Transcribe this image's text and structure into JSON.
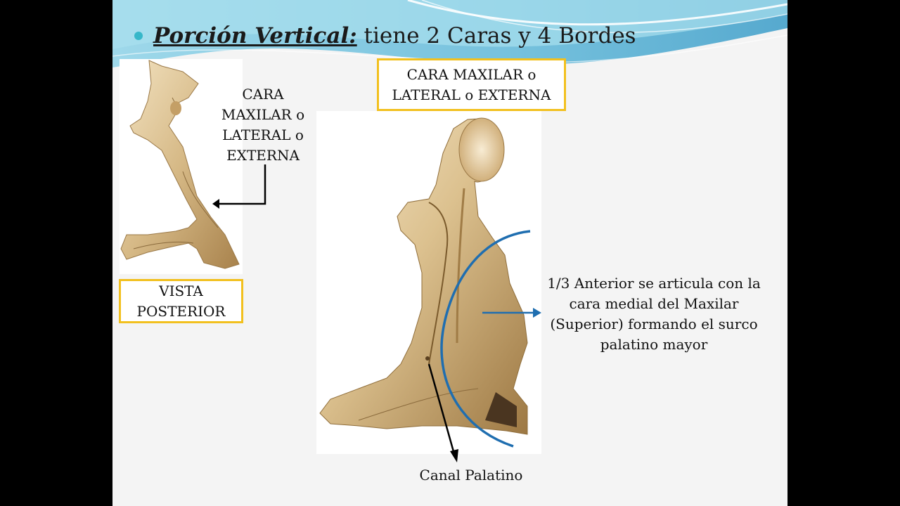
{
  "slide": {
    "title_bold": "Porción Vertical:",
    "title_rest": " tiene 2 Caras y 4 Bordes"
  },
  "labels": {
    "left_face": "CARA MAXILAR o LATERAL o EXTERNA",
    "left_view": "VISTA POSTERIOR",
    "top_face": "CARA MAXILAR o LATERAL o EXTERNA",
    "anterior": "1/3 Anterior se articula con la cara medial del Maxilar (Superior) formando el surco palatino mayor",
    "canal": "Canal Palatino"
  },
  "colors": {
    "accent_box": "#f2c01e",
    "curve": "#1f6eb0",
    "bullet": "#36b7c9",
    "bone": "#d9bf8c"
  }
}
